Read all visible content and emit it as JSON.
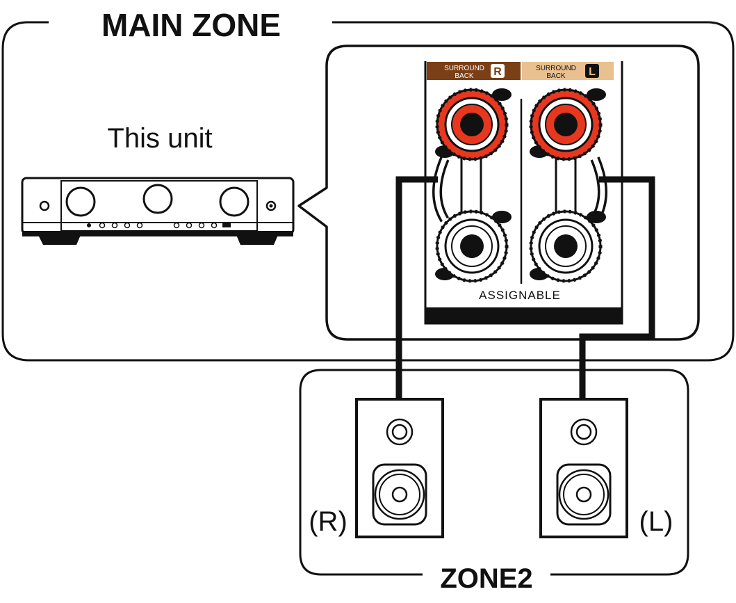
{
  "main_zone": {
    "title": "MAIN ZONE"
  },
  "unit": {
    "label": "This unit"
  },
  "terminal_panel": {
    "right_label_line1": "SURROUND",
    "right_label_line2": "BACK",
    "right_channel": "R",
    "left_label_line1": "SURROUND",
    "left_label_line2": "BACK",
    "left_channel": "L",
    "assignable_label": "ASSIGNABLE"
  },
  "zone2": {
    "title": "ZONE2",
    "speaker_right_label": "(R)",
    "speaker_left_label": "(L)"
  },
  "colors": {
    "right_header": "#7a3f16",
    "left_header": "#e9c08f",
    "positive_terminal": "#e8371f",
    "line": "#111111"
  },
  "icons": [
    "av-receiver-icon",
    "speaker-terminal-icon",
    "bookshelf-speaker-icon"
  ]
}
